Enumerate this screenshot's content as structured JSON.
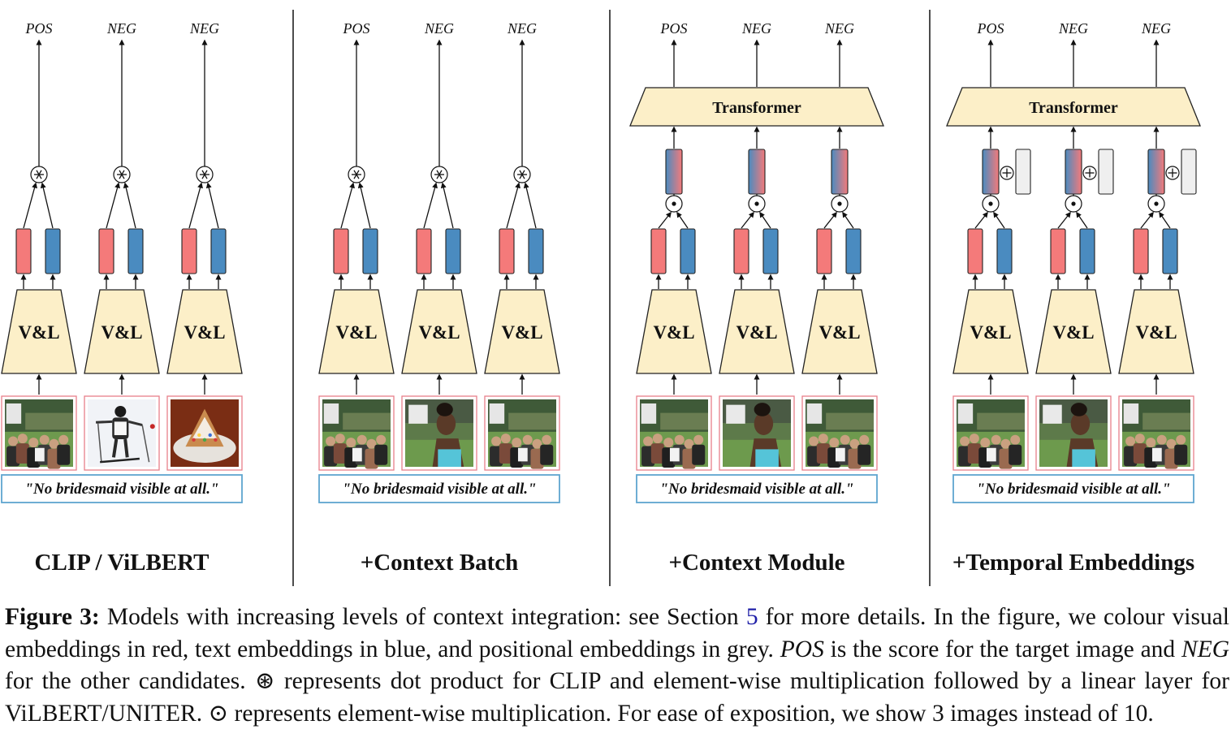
{
  "panels": [
    {
      "title": "CLIP / ViLBERT",
      "scores": [
        "POS",
        "NEG",
        "NEG"
      ],
      "encoder_label": "V&L",
      "combine_symbol": "⊛",
      "caption": "\"No bridesmaid visible at all.\"",
      "images": [
        "wedding-guests-photo",
        "skier-photo",
        "gingerbread-house-photo"
      ]
    },
    {
      "title": "+Context Batch",
      "scores": [
        "POS",
        "NEG",
        "NEG"
      ],
      "encoder_label": "V&L",
      "combine_symbol": "⊛",
      "caption": "\"No bridesmaid visible at all.\"",
      "images": [
        "wedding-guests-photo",
        "bridesmaid-photo",
        "wedding-guests-photo"
      ]
    },
    {
      "title": "+Context Module",
      "scores": [
        "POS",
        "NEG",
        "NEG"
      ],
      "encoder_label": "V&L",
      "combine_symbol": "⊙",
      "transformer_label": "Transformer",
      "caption": "\"No bridesmaid visible at all.\"",
      "images": [
        "wedding-guests-photo",
        "bridesmaid-photo",
        "wedding-guests-photo"
      ]
    },
    {
      "title": "+Temporal Embeddings",
      "scores": [
        "POS",
        "NEG",
        "NEG"
      ],
      "encoder_label": "V&L",
      "combine_symbol": "⊙",
      "add_symbol": "+",
      "transformer_label": "Transformer",
      "caption": "\"No bridesmaid visible at all.\"",
      "images": [
        "wedding-guests-photo",
        "bridesmaid-photo",
        "wedding-guests-photo"
      ]
    }
  ],
  "colors": {
    "visual_embedding": "#f47a7a",
    "text_embedding": "#4a8bc0",
    "positional_embedding": "#efefef",
    "encoder_fill": "#fcefc8",
    "image_border": "#e87f8a",
    "caption_border": "#5ea5cf",
    "reference_link": "#1f1fa8"
  },
  "figure_caption": {
    "label": "Figure 3:",
    "part1": " Models with increasing levels of context integration: see Section ",
    "section_ref": "5",
    "part2": " for more details. In the figure, we colour visual embeddings in red, text embeddings in blue, and positional embeddings in grey. ",
    "pos_term": "POS",
    "part3": " is the score for the target image and ",
    "neg_term": "NEG",
    "part4": " for the other candidates. ⊛ represents dot product for CLIP and element-wise multiplication followed by a linear layer for ViLBERT/UNITER. ⊙ represents element-wise multiplication. For ease of exposition, we show 3 images instead of 10."
  }
}
